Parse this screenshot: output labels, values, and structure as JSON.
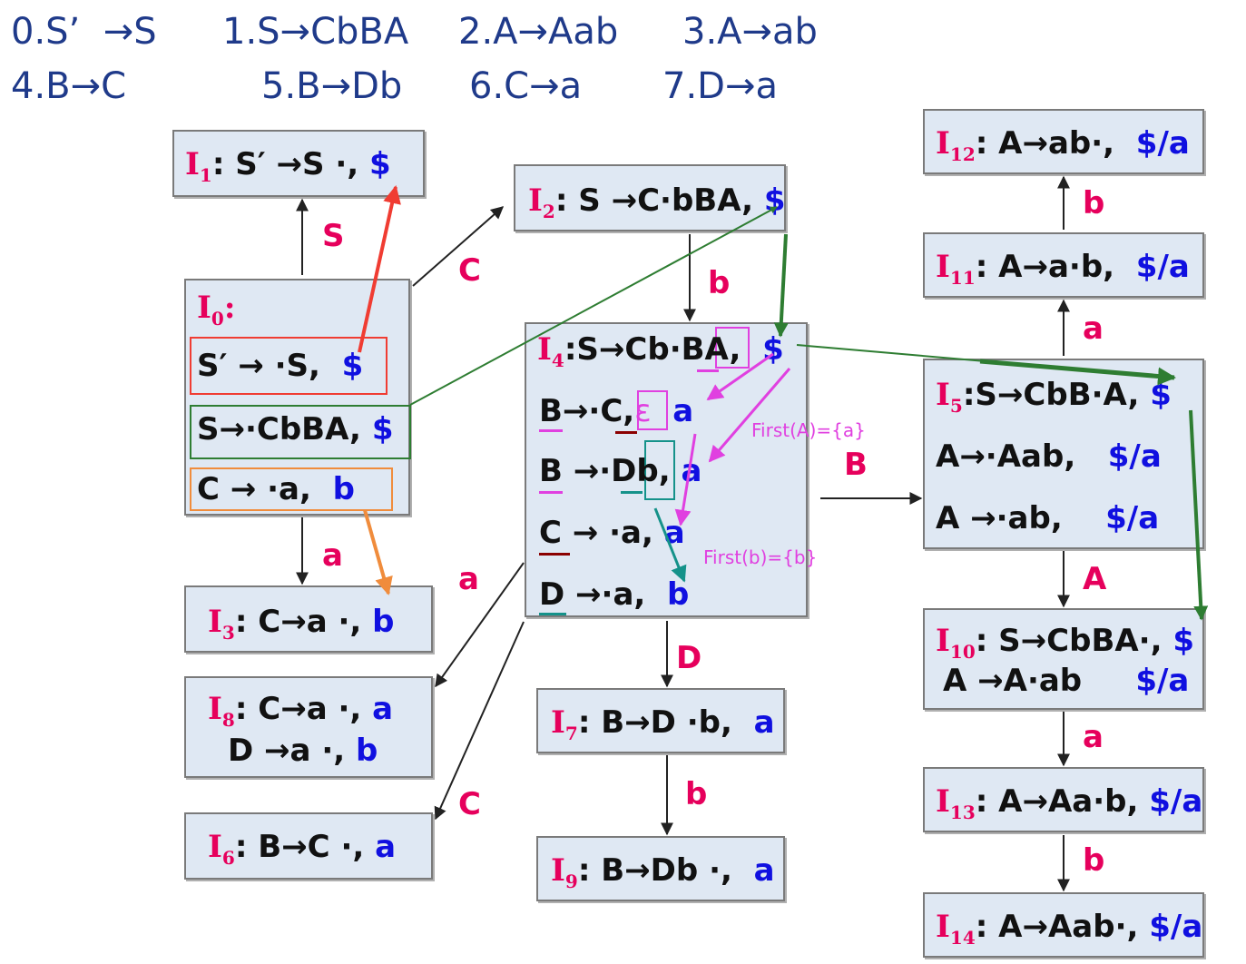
{
  "productions": {
    "p0": "0.S’  →S",
    "p1": "1.S→CbBA",
    "p2": "2.A→Aab",
    "p3": "3.A→ab",
    "p4": "4.B→C",
    "p5": "5.B→Db",
    "p6": "6.C→a",
    "p7": "7.D→a"
  },
  "states": {
    "I0": {
      "name": "I",
      "sub": "0",
      "header": ":",
      "items": [
        {
          "rule": "S′ → ·S,",
          "la": "$"
        },
        {
          "rule": "S→·CbBA,",
          "la": "$"
        },
        {
          "rule": "C → ·a,",
          "la": "b"
        }
      ]
    },
    "I1": {
      "name": "I",
      "sub": "1",
      "rule": ": S′ →S ·,",
      "la": "$"
    },
    "I2": {
      "name": "I",
      "sub": "2",
      "rule": ": S →C·bBA,",
      "la": "$"
    },
    "I3": {
      "name": "I",
      "sub": "3",
      "rule": ": C→a ·,",
      "la": "b"
    },
    "I4": {
      "name": "I",
      "sub": "4",
      "items": [
        {
          "rule": ":S→Cb·BA,",
          "la": "$"
        },
        {
          "rule": "B→·C,",
          "mark": "ε",
          "la": "a"
        },
        {
          "rule": "B →·Db,",
          "la": "a"
        },
        {
          "rule": "C → ·a,",
          "la": "a"
        },
        {
          "rule": "D →·a,",
          "la": "b"
        }
      ]
    },
    "I5": {
      "name": "I",
      "sub": "5",
      "items": [
        {
          "rule": ":S→CbB·A,",
          "la": "$"
        },
        {
          "rule": "A→·Aab,",
          "la": "$/a"
        },
        {
          "rule": "A →·ab,",
          "la": "$/a"
        }
      ]
    },
    "I6": {
      "name": "I",
      "sub": "6",
      "rule": ": B→C ·,",
      "la": "a"
    },
    "I7": {
      "name": "I",
      "sub": "7",
      "rule": ": B→D ·b,",
      "la": "a"
    },
    "I8": {
      "name": "I",
      "sub": "8",
      "rule": ": C→a ·,",
      "la": "a",
      "rule2": "D →a ·,",
      "la2": "b"
    },
    "I9": {
      "name": "I",
      "sub": "9",
      "rule": ": B→Db ·,",
      "la": "a"
    },
    "I10": {
      "name": "I",
      "sub": "10",
      "rule": ": S→CbBA·,",
      "la": "$",
      "rule2": "A →A·ab",
      "la2": "$/a"
    },
    "I11": {
      "name": "I",
      "sub": "11",
      "rule": ": A→a·b,",
      "la": "$/a"
    },
    "I12": {
      "name": "I",
      "sub": "12",
      "rule": ": A→ab·,",
      "la": "$/a"
    },
    "I13": {
      "name": "I",
      "sub": "13",
      "rule": ": A→Aa·b,",
      "la": "$/a"
    },
    "I14": {
      "name": "I",
      "sub": "14",
      "rule": ": A→Aab·,",
      "la": "$/a"
    }
  },
  "edges": {
    "e0_1": "S",
    "e0_2": "C",
    "e0_3": "a",
    "e2_4": "b",
    "e4_8": "a",
    "e4_6": "C",
    "e4_7": "D",
    "e7_9": "b",
    "e4_5": "B",
    "e5_10": "A",
    "e5_11": "a",
    "e11_12": "b",
    "e10_13": "a",
    "e13_14": "b"
  },
  "notes": {
    "firstA": "First(A)={a}",
    "firstB": "First(b)={b}"
  },
  "colors": {
    "state_name": "#e6005c",
    "lookahead": "#1010e0",
    "edge_label": "#e6005c",
    "box_fill": "#dfe8f3",
    "red": "#f03c32",
    "green": "#2e7d32",
    "orange": "#f08c3c",
    "magenta": "#e040e0",
    "teal": "#15928a",
    "grammar": "#1f3a8a"
  }
}
